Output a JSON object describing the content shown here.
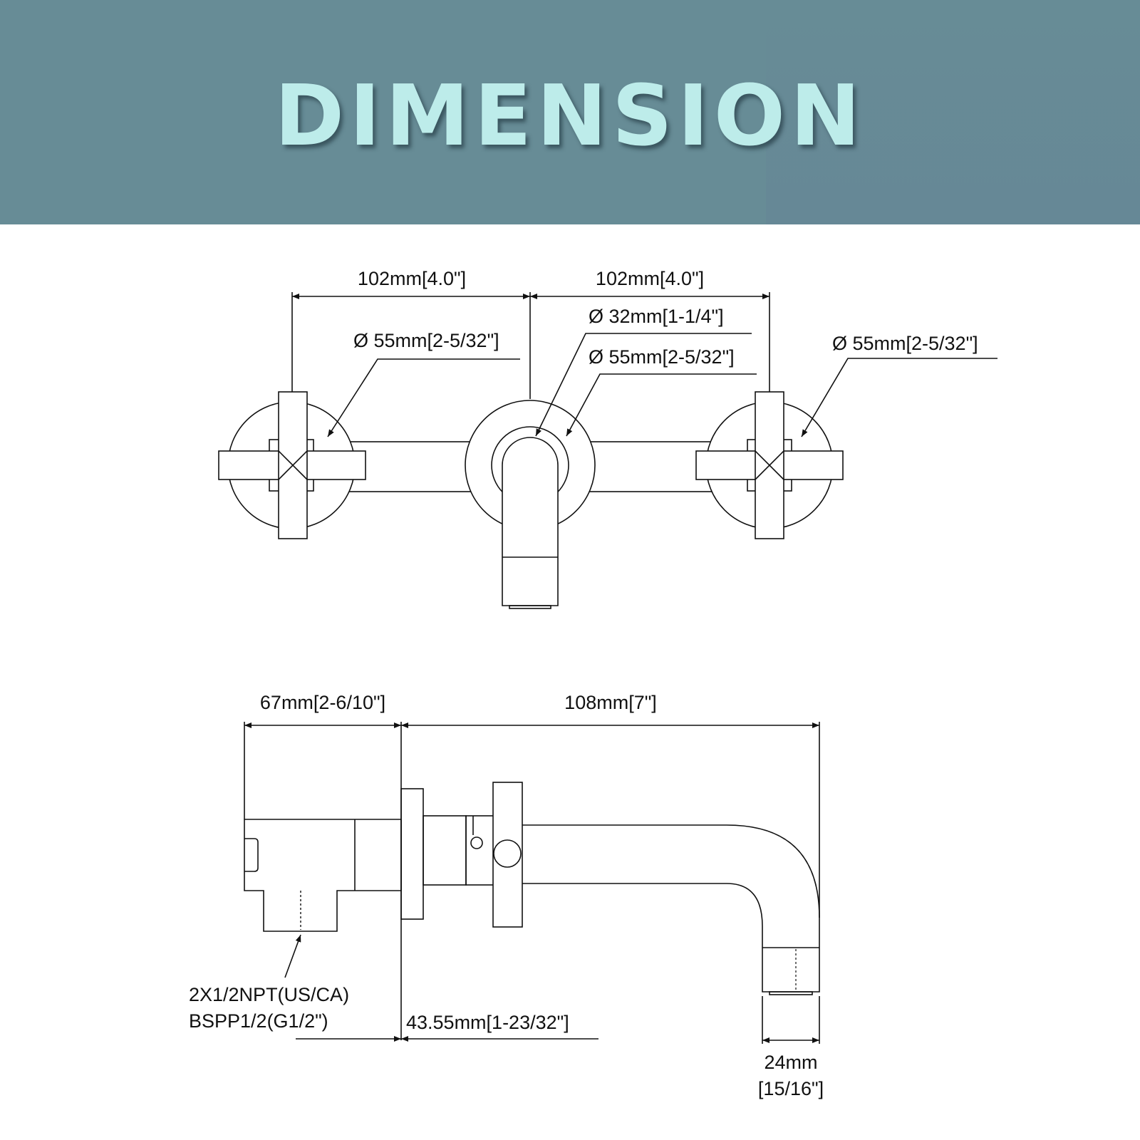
{
  "header": {
    "title": "DIMENSION"
  },
  "front_view": {
    "left_spacing": "102mm[4.0\"]",
    "right_spacing": "102mm[4.0\"]",
    "left_flange_dia": "Ø 55mm[2-5/32\"]",
    "spout_dia": "Ø 32mm[1-1/4\"]",
    "center_flange_dia": "Ø 55mm[2-5/32\"]",
    "right_flange_dia": "Ø 55mm[2-5/32\"]"
  },
  "side_view": {
    "body_depth": "67mm[2-6/10\"]",
    "spout_reach": "108mm[7\"]",
    "connection_line1": "2X1/2NPT(US/CA)",
    "connection_line2": "BSPP1/2(G1/2\")",
    "wall_offset": "43.55mm[1-23/32\"]",
    "outlet_mm": "24mm",
    "outlet_in": "[15/16\"]"
  }
}
